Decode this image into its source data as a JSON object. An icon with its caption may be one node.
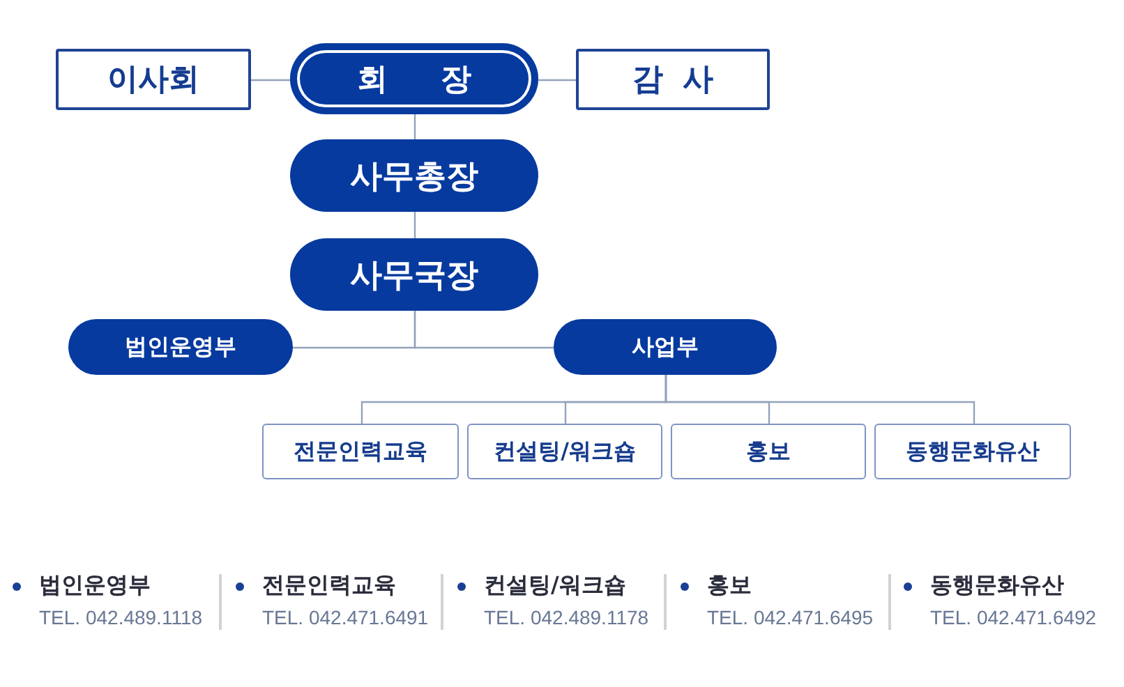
{
  "diagram": {
    "nodes": [
      {
        "text": [
          "이사회"
        ]
      },
      {
        "text": [
          "회 장"
        ]
      },
      {
        "text": [
          "감 사"
        ]
      },
      {
        "text": [
          "사무총장"
        ]
      },
      {
        "text": [
          "사무국장"
        ]
      },
      {
        "text": [
          "법인운영부"
        ]
      },
      {
        "text": [
          "사업부"
        ]
      },
      {
        "text": [
          "전문인력교육"
        ]
      },
      {
        "text": [
          "컨설팅/워크숍"
        ]
      },
      {
        "text": [
          "홍보"
        ]
      },
      {
        "text": [
          "동행문화유산"
        ]
      }
    ],
    "edges": [
      {
        "from": 0,
        "to": 1,
        "arrow": "none"
      },
      {
        "from": 1,
        "to": 2,
        "arrow": "none"
      },
      {
        "from": 1,
        "to": 3,
        "arrow": "none"
      },
      {
        "from": 3,
        "to": 4,
        "arrow": "none"
      },
      {
        "from": 4,
        "to": 5,
        "arrow": "none"
      },
      {
        "from": 4,
        "to": 6,
        "arrow": "none"
      },
      {
        "from": 6,
        "to": 7,
        "arrow": "none"
      },
      {
        "from": 6,
        "to": 8,
        "arrow": "none"
      },
      {
        "from": 6,
        "to": 9,
        "arrow": "none"
      },
      {
        "from": 6,
        "to": 10,
        "arrow": "none"
      }
    ],
    "labels": [
      "법인운영부",
      "TEL. 042.489.1118",
      "전문인력교육",
      "TEL. 042.471.6491",
      "컨설팅/워크숍",
      "TEL. 042.489.1178",
      "홍보",
      "TEL. 042.471.6495",
      "동행문화유산",
      "TEL. 042.471.6492"
    ]
  }
}
